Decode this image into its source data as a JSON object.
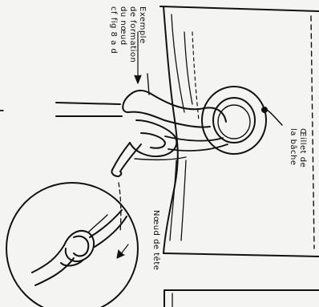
{
  "labels": {
    "example_line1": "Exemple",
    "example_line2": "de formation",
    "example_line3": "du nœud",
    "example_line4": "cf fig 8 a d",
    "eyelet_line1": "Œillet de",
    "eyelet_line2": "la bâche",
    "head_knot": "Nœud de tête",
    "margin_mark": "¦"
  },
  "colors": {
    "ink": "#111111",
    "paper": "#f4f4f2"
  }
}
